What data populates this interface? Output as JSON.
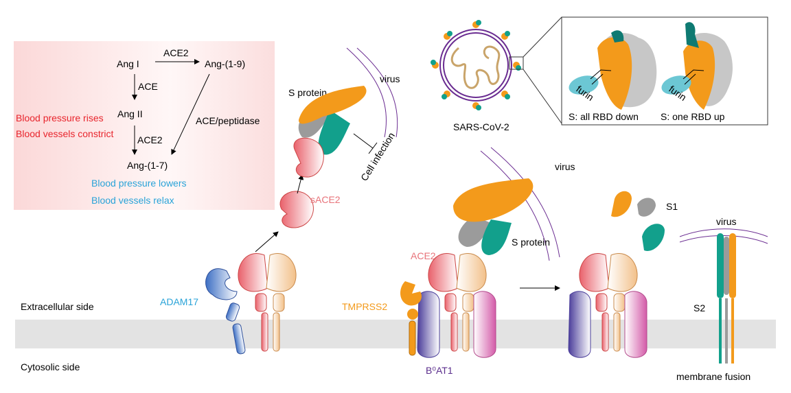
{
  "pathway": {
    "ang1": "Ang I",
    "ace2_top": "ACE2",
    "ang19": "Ang-(1-9)",
    "ace": "ACE",
    "ang2": "Ang II",
    "ace2_mid": "ACE2",
    "ace_peptidase": "ACE/peptidase",
    "ang17": "Ang-(1-7)",
    "red1": "Blood pressure rises",
    "red2": "Blood vessels constrict",
    "blue1": "Blood pressure lowers",
    "blue2": "Blood vessels relax"
  },
  "soluble": {
    "s_protein": "S protein",
    "virus": "virus",
    "cell_infection": "Cell infection",
    "sace2": "sACE2"
  },
  "virion": {
    "name": "SARS-CoV-2",
    "furin1": "furin",
    "furin2": "furin",
    "caption1": "S: all RBD down",
    "caption2": "S: one RBD up"
  },
  "membrane": {
    "extracellular": "Extracellular side",
    "cytosolic": "Cytosolic side",
    "adam17": "ADAM17",
    "tmprss2": "TMPRSS2",
    "b0at1": "B⁰AT1",
    "ace2": "ACE2",
    "s_protein": "S protein",
    "virus1": "virus",
    "s1": "S1",
    "virus2": "virus",
    "s2": "S2",
    "membrane_fusion": "membrane fusion"
  },
  "colors": {
    "red": "#e8242c",
    "blue": "#29a3d8",
    "orange": "#f39a1b",
    "teal": "#12a08c",
    "gray": "#9b9b9b",
    "purple": "#6a2c91",
    "ace2_pink": "#ec7f86",
    "membrane": "#e3e3e3"
  }
}
